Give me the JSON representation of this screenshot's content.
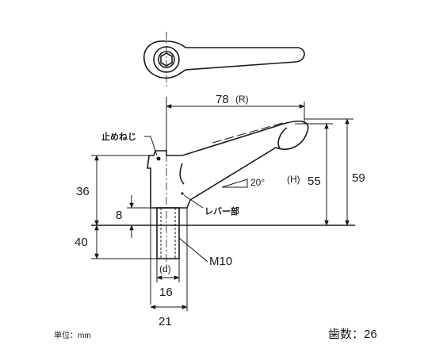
{
  "drawing": {
    "dimensions": {
      "width_78": "78",
      "r_mark": "(R)",
      "height_36": "36",
      "height_8": "8",
      "height_40": "40",
      "height_55": "55",
      "h_mark": "(H)",
      "height_59": "59",
      "width_16": "16",
      "width_21": "21",
      "d_mark": "(d)",
      "angle": "20°"
    },
    "labels": {
      "set_screw": "止めねじ",
      "lever_part": "レバー部",
      "thread": "M10"
    },
    "footer": {
      "unit": "単位：mm",
      "teeth": "歯数：26"
    }
  }
}
